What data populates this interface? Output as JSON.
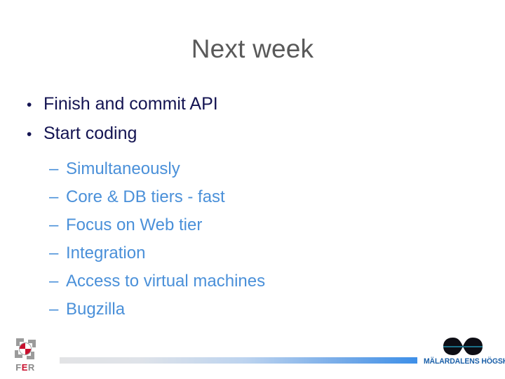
{
  "slide": {
    "title": "Next week",
    "title_color": "#595959",
    "background": "#ffffff"
  },
  "bullets": {
    "level1_color": "#141452",
    "level2_color": "#4a90d9",
    "level1_marker": "•",
    "level2_marker": "–",
    "level1": [
      {
        "text": "Finish and commit API"
      },
      {
        "text": "Start coding"
      }
    ],
    "level2": [
      {
        "text": "Simultaneously"
      },
      {
        "text": "Core & DB tiers - fast"
      },
      {
        "text": "Focus on Web tier"
      },
      {
        "text": "Integration"
      },
      {
        "text": "Access to virtual machines"
      },
      {
        "text": "Bugzilla"
      }
    ]
  },
  "footer": {
    "bar_gradient_start": "#e2e3e5",
    "bar_gradient_end": "#3d8fe8",
    "left_logo": {
      "name": "fer-logo",
      "text_prefix": "F",
      "text_accent": "E",
      "text_suffix": "R",
      "mark_color": "#8a8a8a",
      "accent_color": "#c8102e"
    },
    "right_logo": {
      "name": "malardalens-hogskola-logo",
      "text": "MÄLARDALENS HÖGSKOLA",
      "text_color": "#1a5fa8",
      "rule_color": "#1b6f87"
    }
  }
}
